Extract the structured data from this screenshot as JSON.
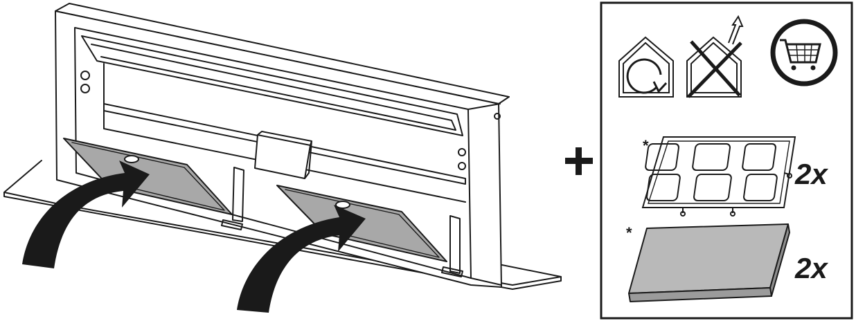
{
  "panel": {
    "icons": [
      "recirculation-mode-icon",
      "no-ducting-icon",
      "purchase-cart-icon"
    ],
    "accessories": [
      {
        "name": "grease-filter-frame",
        "marker": "*",
        "quantity": "2x"
      },
      {
        "name": "charcoal-filter-block",
        "marker": "*",
        "quantity": "2x"
      }
    ]
  },
  "plus_symbol": "+",
  "colors": {
    "line": "#1a1a1a",
    "filter_fill": "#a8a8a8",
    "block_fill": "#b9b9b9",
    "background": "#ffffff"
  }
}
